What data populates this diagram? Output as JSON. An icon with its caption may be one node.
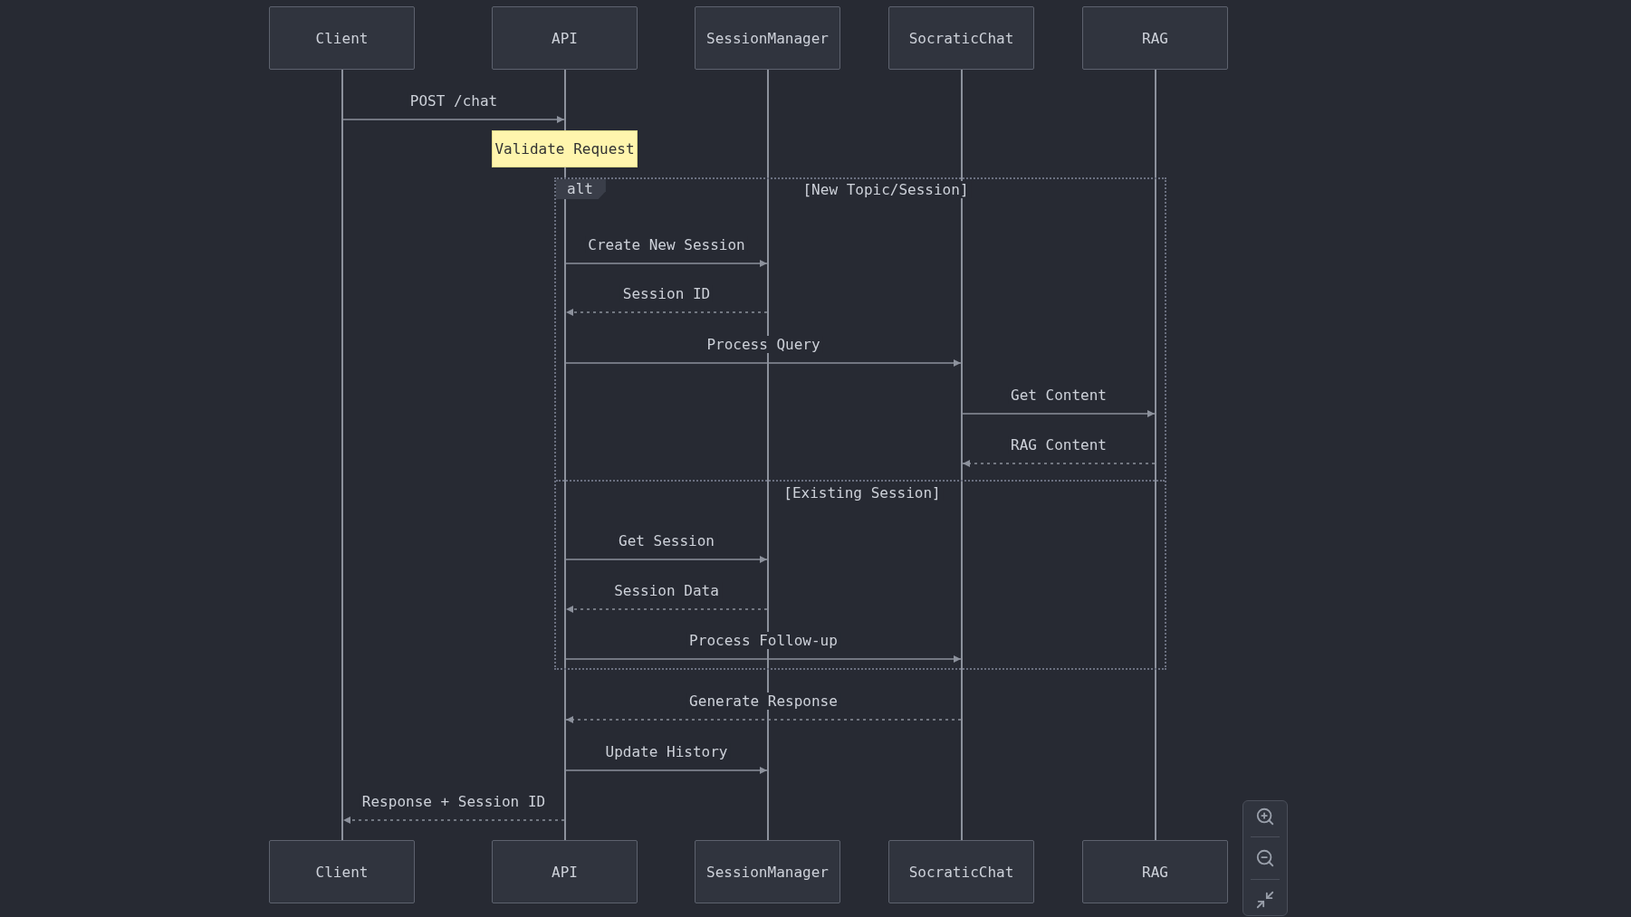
{
  "diagram": {
    "nodes": [
      {
        "text": [
          "Client"
        ]
      },
      {
        "text": [
          "API"
        ]
      },
      {
        "text": [
          "SessionManager"
        ]
      },
      {
        "text": [
          "SocraticChat"
        ]
      },
      {
        "text": [
          "RAG"
        ]
      },
      {
        "text": [
          "Client"
        ]
      },
      {
        "text": [
          "API"
        ]
      },
      {
        "text": [
          "SessionManager"
        ]
      },
      {
        "text": [
          "SocraticChat"
        ]
      },
      {
        "text": [
          "RAG"
        ]
      },
      {
        "text": [
          "Validate Request"
        ]
      },
      {
        "text": [],
        "shape": "line"
      },
      {
        "text": [],
        "shape": "line"
      },
      {
        "text": [],
        "shape": "line"
      },
      {
        "text": [],
        "shape": "line"
      },
      {
        "text": [],
        "shape": "line"
      }
    ],
    "edges": [
      {
        "from": 11,
        "to": 12,
        "arrow": "to",
        "label": "POST /chat"
      },
      {
        "from": 12,
        "to": 13,
        "arrow": "to",
        "label": "Create New Session"
      },
      {
        "from": 13,
        "to": 12,
        "arrow": "to",
        "label": "Session ID",
        "style": "dashed"
      },
      {
        "from": 12,
        "to": 14,
        "arrow": "to",
        "label": "Process Query"
      },
      {
        "from": 14,
        "to": 15,
        "arrow": "to",
        "label": "Get Content"
      },
      {
        "from": 15,
        "to": 14,
        "arrow": "to",
        "label": "RAG Content",
        "style": "dashed"
      },
      {
        "from": 12,
        "to": 13,
        "arrow": "to",
        "label": "Get Session"
      },
      {
        "from": 13,
        "to": 12,
        "arrow": "to",
        "label": "Session Data",
        "style": "dashed"
      },
      {
        "from": 12,
        "to": 14,
        "arrow": "to",
        "label": "Process Follow-up"
      },
      {
        "from": 14,
        "to": 12,
        "arrow": "to",
        "label": "Generate Response",
        "style": "dashed"
      },
      {
        "from": 12,
        "to": 13,
        "arrow": "to",
        "label": "Update History"
      },
      {
        "from": 12,
        "to": 11,
        "arrow": "to",
        "label": "Response + Session ID",
        "style": "dashed"
      }
    ],
    "labels": [
      "alt",
      "[New Topic/Session]",
      "[Existing Session]"
    ]
  }
}
